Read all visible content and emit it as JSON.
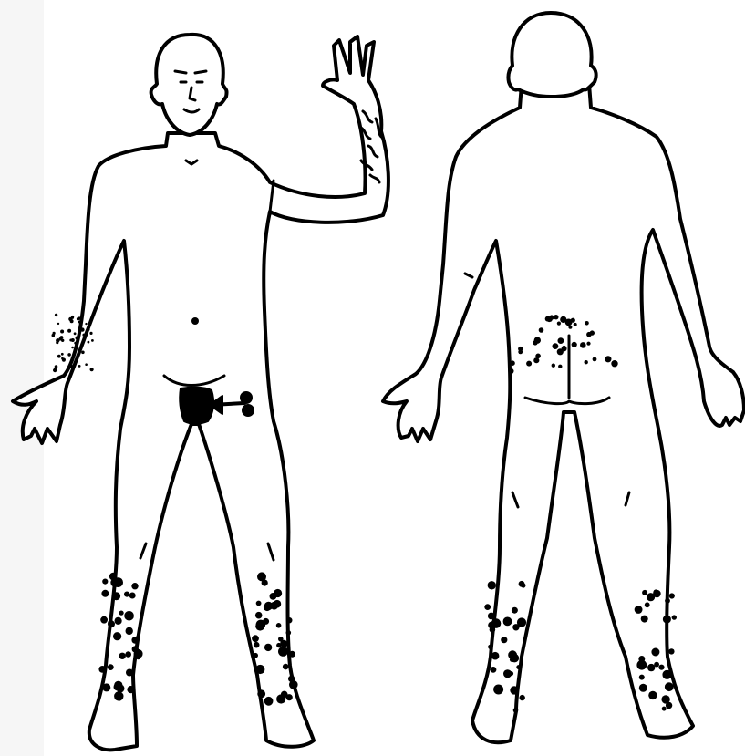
{
  "figure": {
    "line_color": "#000000",
    "fill_color": "#ffffff",
    "mark_color": "#000000",
    "views": [
      {
        "id": "front",
        "regions_marked": [
          "left-forearm-inner",
          "right-forearm-inner",
          "genitals",
          "lower-legs"
        ],
        "pointer": "arrow-to-genitals"
      },
      {
        "id": "back",
        "regions_marked": [
          "upper-buttocks",
          "lower-legs"
        ]
      }
    ]
  }
}
